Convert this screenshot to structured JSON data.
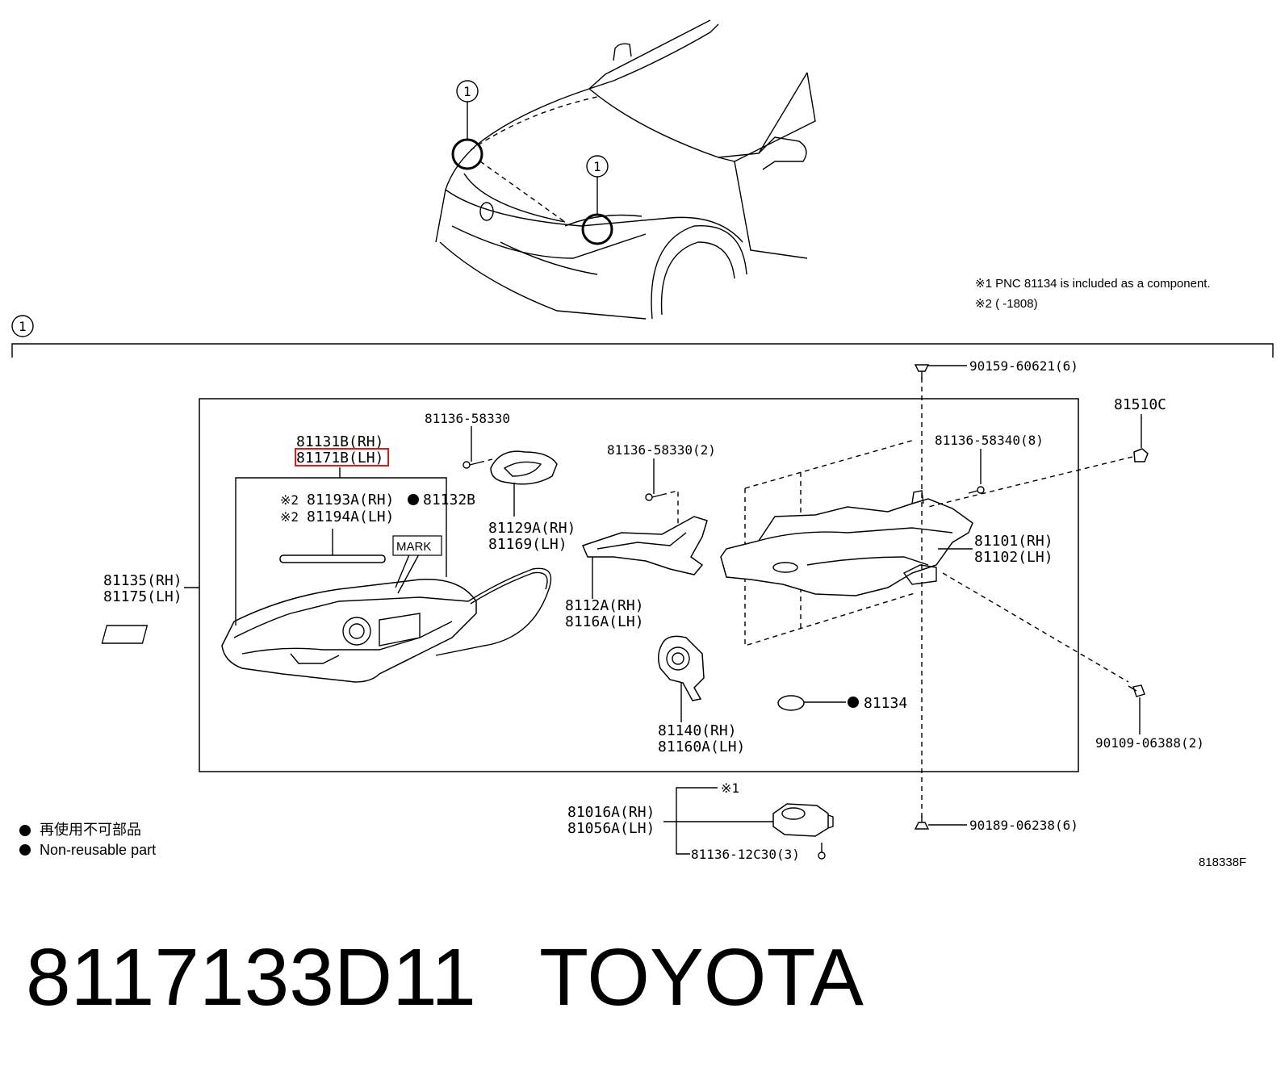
{
  "callout_marker": "1",
  "notes": {
    "note1": "※1 PNC 81134 is included as a component.",
    "note2": "※2 (       -1808)"
  },
  "parts": {
    "p_81131B": "81131B(RH)",
    "p_81171B": "81171B(LH)",
    "p_81136_58330": "81136-58330",
    "p_81136_58330_2": "81136-58330(2)",
    "p_81193A": "81193A(RH)",
    "p_81194A": "81194A(LH)",
    "p_81132B": "81132B",
    "star2": "※2",
    "mark": "MARK",
    "p_81129A": "81129A(RH)",
    "p_81169": "81169(LH)",
    "p_81135": "81135(RH)",
    "p_81175": "81175(LH)",
    "p_8112A": "8112A(RH)",
    "p_8116A": "8116A(LH)",
    "p_81140": "81140(RH)",
    "p_81160A": "81160A(LH)",
    "p_81134": "81134",
    "p_81101": "81101(RH)",
    "p_81102": "81102(LH)",
    "p_81136_58340": "81136-58340(8)",
    "p_90159": "90159-60621(6)",
    "p_81510C": "81510C",
    "p_90109": "90109-06388(2)",
    "p_81016A": "81016A(RH)",
    "p_81056A": "81056A(LH)",
    "star1": "※1",
    "p_81136_12C30": "81136-12C30(3)",
    "p_90189": "90189-06238(6)"
  },
  "legend": {
    "jp": "再使用不可部品",
    "en": "Non-reusable part"
  },
  "diagram_code": "818338F",
  "footer": {
    "part_number": "8117133D11",
    "brand": "TOYOTA"
  },
  "colors": {
    "highlight": "#e0191b",
    "ink": "#000000"
  }
}
